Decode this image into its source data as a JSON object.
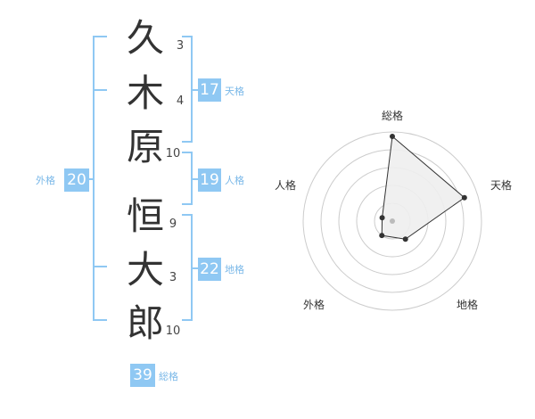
{
  "name": {
    "characters": [
      "久",
      "木",
      "原",
      "恒",
      "大",
      "郎"
    ],
    "strokes": [
      "3",
      "4",
      "10",
      "9",
      "3",
      "10"
    ]
  },
  "kakusu": {
    "tenkaku": {
      "value": "17",
      "label": "天格"
    },
    "jinkaku": {
      "value": "19",
      "label": "人格"
    },
    "chikaku": {
      "value": "22",
      "label": "地格"
    },
    "gaikaku": {
      "value": "20",
      "label": "外格"
    },
    "soukaku": {
      "value": "39",
      "label": "総格"
    }
  },
  "radar": {
    "axes": [
      "総格",
      "天格",
      "地格",
      "外格",
      "人格"
    ],
    "values": [
      0.95,
      0.85,
      0.25,
      0.2,
      0.0
    ],
    "fill": "#eeeeee",
    "stroke": "#333333",
    "grid": "#cccccc",
    "accent": "#8fc8f3"
  }
}
